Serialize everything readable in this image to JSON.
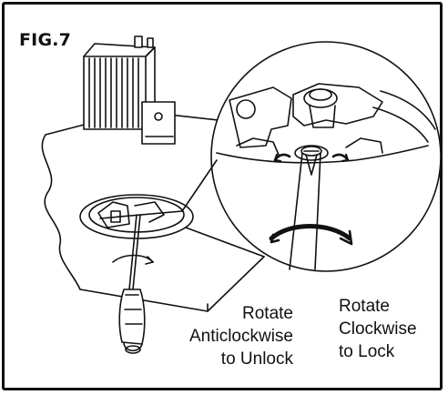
{
  "figure": {
    "label": "FIG.7"
  },
  "captions": {
    "left": {
      "line1": "Rotate",
      "line2": "Anticlockwise",
      "line3": "to Unlock"
    },
    "right": {
      "line1": "Rotate",
      "line2": "Clockwise",
      "line3": "to Lock"
    }
  },
  "colors": {
    "ink": "#111111",
    "paper": "#ffffff"
  }
}
